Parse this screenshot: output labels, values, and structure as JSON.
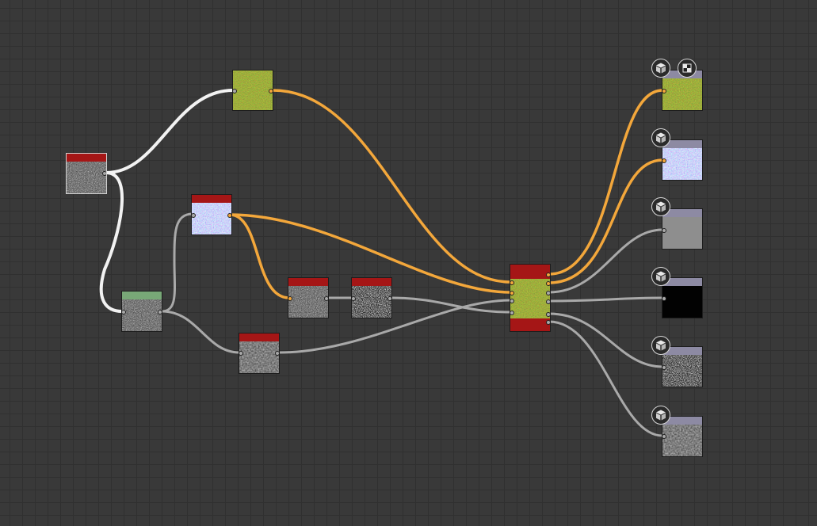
{
  "colors": {
    "background": "#393939",
    "wire_grayscale": "#a9a9a9",
    "wire_color": "#f3a73b",
    "wire_selected": "#f2f2f2",
    "header_red": "#a51616",
    "header_green": "#78a877",
    "header_output": "#8d8aa3"
  },
  "nodes": [
    {
      "id": "noise_source",
      "header": "red",
      "thumb": "gray-noise",
      "selected": true
    },
    {
      "id": "grass_color",
      "header": "none",
      "thumb": "green"
    },
    {
      "id": "normal_map",
      "header": "red",
      "thumb": "normal"
    },
    {
      "id": "grayscale_blend",
      "header": "green",
      "thumb": "gray-noise"
    },
    {
      "id": "blur",
      "header": "red",
      "thumb": "gray-soft"
    },
    {
      "id": "levels",
      "header": "red",
      "thumb": "gray-noise"
    },
    {
      "id": "contrast",
      "header": "red",
      "thumb": "bw-noise"
    },
    {
      "id": "pbr_material",
      "header": "red",
      "thumb": "green"
    },
    {
      "id": "output_basecolor",
      "header": "output",
      "thumb": "green",
      "icons": [
        "cube-icon",
        "checker-icon"
      ]
    },
    {
      "id": "output_normal",
      "header": "output",
      "thumb": "normal",
      "icons": [
        "cube-icon"
      ]
    },
    {
      "id": "output_roughness",
      "header": "output",
      "thumb": "gray-flat",
      "icons": [
        "cube-icon"
      ]
    },
    {
      "id": "output_metallic",
      "header": "output",
      "thumb": "black",
      "icons": [
        "cube-icon"
      ]
    },
    {
      "id": "output_ambient_occlusion",
      "header": "output",
      "thumb": "bw-noise",
      "icons": [
        "cube-icon"
      ]
    },
    {
      "id": "output_height",
      "header": "output",
      "thumb": "gray-soft",
      "icons": [
        "cube-icon"
      ]
    }
  ],
  "connections": [
    {
      "from": "noise_source",
      "to": "grass_color",
      "type": "selected"
    },
    {
      "from": "noise_source",
      "to": "grayscale_blend",
      "type": "selected"
    },
    {
      "from": "grayscale_blend",
      "to": "normal_map",
      "type": "grayscale"
    },
    {
      "from": "grayscale_blend",
      "to": "blur",
      "type": "grayscale"
    },
    {
      "from": "normal_map",
      "to": "levels",
      "type": "color"
    },
    {
      "from": "levels",
      "to": "contrast",
      "type": "grayscale"
    },
    {
      "from": "grass_color",
      "to": "pbr_material",
      "type": "color"
    },
    {
      "from": "normal_map",
      "to": "pbr_material",
      "type": "color"
    },
    {
      "from": "contrast",
      "to": "pbr_material",
      "type": "grayscale"
    },
    {
      "from": "blur",
      "to": "pbr_material",
      "type": "grayscale"
    },
    {
      "from": "pbr_material",
      "to": "output_basecolor",
      "type": "color"
    },
    {
      "from": "pbr_material",
      "to": "output_normal",
      "type": "color"
    },
    {
      "from": "pbr_material",
      "to": "output_roughness",
      "type": "grayscale"
    },
    {
      "from": "pbr_material",
      "to": "output_metallic",
      "type": "grayscale"
    },
    {
      "from": "pbr_material",
      "to": "output_ambient_occlusion",
      "type": "grayscale"
    },
    {
      "from": "pbr_material",
      "to": "output_height",
      "type": "grayscale"
    }
  ]
}
